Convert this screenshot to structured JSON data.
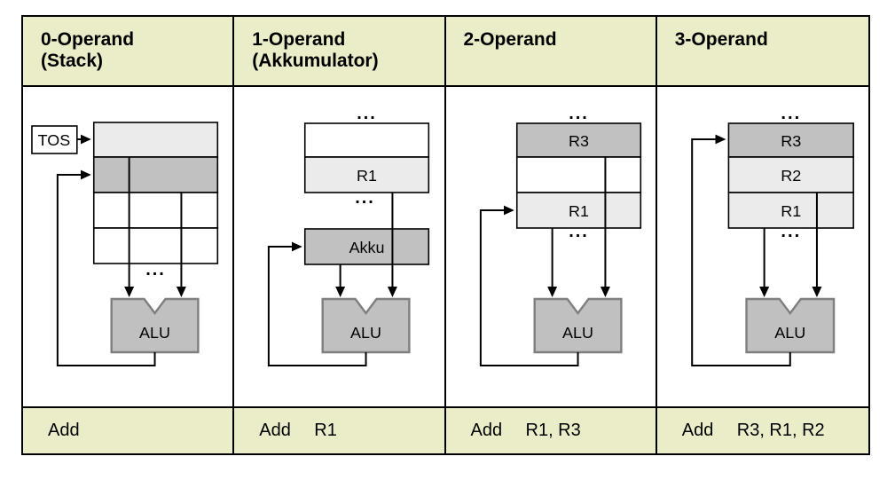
{
  "colors": {
    "band_background": "#eaedc7",
    "register_light_gray": "#ebebeb",
    "register_medium_gray": "#c1c1c1",
    "alu_fill": "#c0c0c0",
    "alu_border": "#7f7f7f",
    "line_black": "#000000",
    "page_background": "#ffffff"
  },
  "dots": "...",
  "columns": [
    {
      "header_line1": "0-Operand",
      "header_line2": "(Stack)",
      "tos_label": "TOS",
      "alu_label": "ALU",
      "instruction": {
        "mnemonic": "Add",
        "operands": ""
      }
    },
    {
      "header_line1": "1-Operand",
      "header_line2": "(Akkumulator)",
      "registers": {
        "r1": "R1"
      },
      "akku_label": "Akku",
      "alu_label": "ALU",
      "instruction": {
        "mnemonic": "Add",
        "operands": "R1"
      }
    },
    {
      "header_line1": "2-Operand",
      "header_line2": "",
      "registers": {
        "r3": "R3",
        "r1": "R1"
      },
      "alu_label": "ALU",
      "instruction": {
        "mnemonic": "Add",
        "operands": "R1, R3"
      }
    },
    {
      "header_line1": "3-Operand",
      "header_line2": "",
      "registers": {
        "r3": "R3",
        "r2": "R2",
        "r1": "R1"
      },
      "alu_label": "ALU",
      "instruction": {
        "mnemonic": "Add",
        "operands": "R3, R1, R2"
      }
    }
  ]
}
